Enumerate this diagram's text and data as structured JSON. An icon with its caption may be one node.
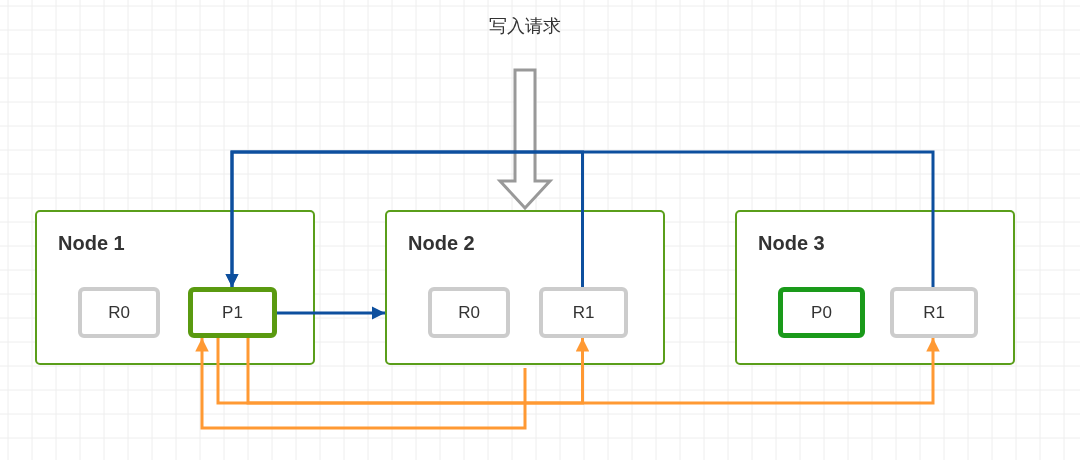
{
  "diagram": {
    "nodes": [
      {
        "text": [
          "写入请求"
        ]
      },
      {
        "text": [
          "Node 1"
        ]
      },
      {
        "text": [
          "R0"
        ],
        "in": 1
      },
      {
        "text": [
          "P1"
        ],
        "in": 1
      },
      {
        "text": [
          "Node 2"
        ]
      },
      {
        "text": [
          "R0"
        ],
        "in": 4
      },
      {
        "text": [
          "R1"
        ],
        "in": 4
      },
      {
        "text": [
          "Node 3"
        ]
      },
      {
        "text": [
          "P0"
        ],
        "in": 7
      },
      {
        "text": [
          "R1"
        ],
        "in": 7
      }
    ],
    "edges": [
      {
        "from": 0,
        "to": 4,
        "arrow": "to",
        "style": "thick",
        "color": "#999999"
      },
      {
        "from": 6,
        "to": 3,
        "arrow": "to",
        "color": "#0d4f9e"
      },
      {
        "from": 9,
        "to": 3,
        "arrow": "to",
        "color": "#0d4f9e"
      },
      {
        "from": 3,
        "to": 4,
        "arrow": "to",
        "color": "#0d4f9e"
      },
      {
        "from": 4,
        "to": 3,
        "arrow": "to",
        "color": "#ff9933"
      },
      {
        "from": 3,
        "to": 6,
        "arrow": "to",
        "color": "#ff9933"
      },
      {
        "from": 3,
        "to": 9,
        "arrow": "to",
        "color": "#ff9933"
      }
    ]
  }
}
